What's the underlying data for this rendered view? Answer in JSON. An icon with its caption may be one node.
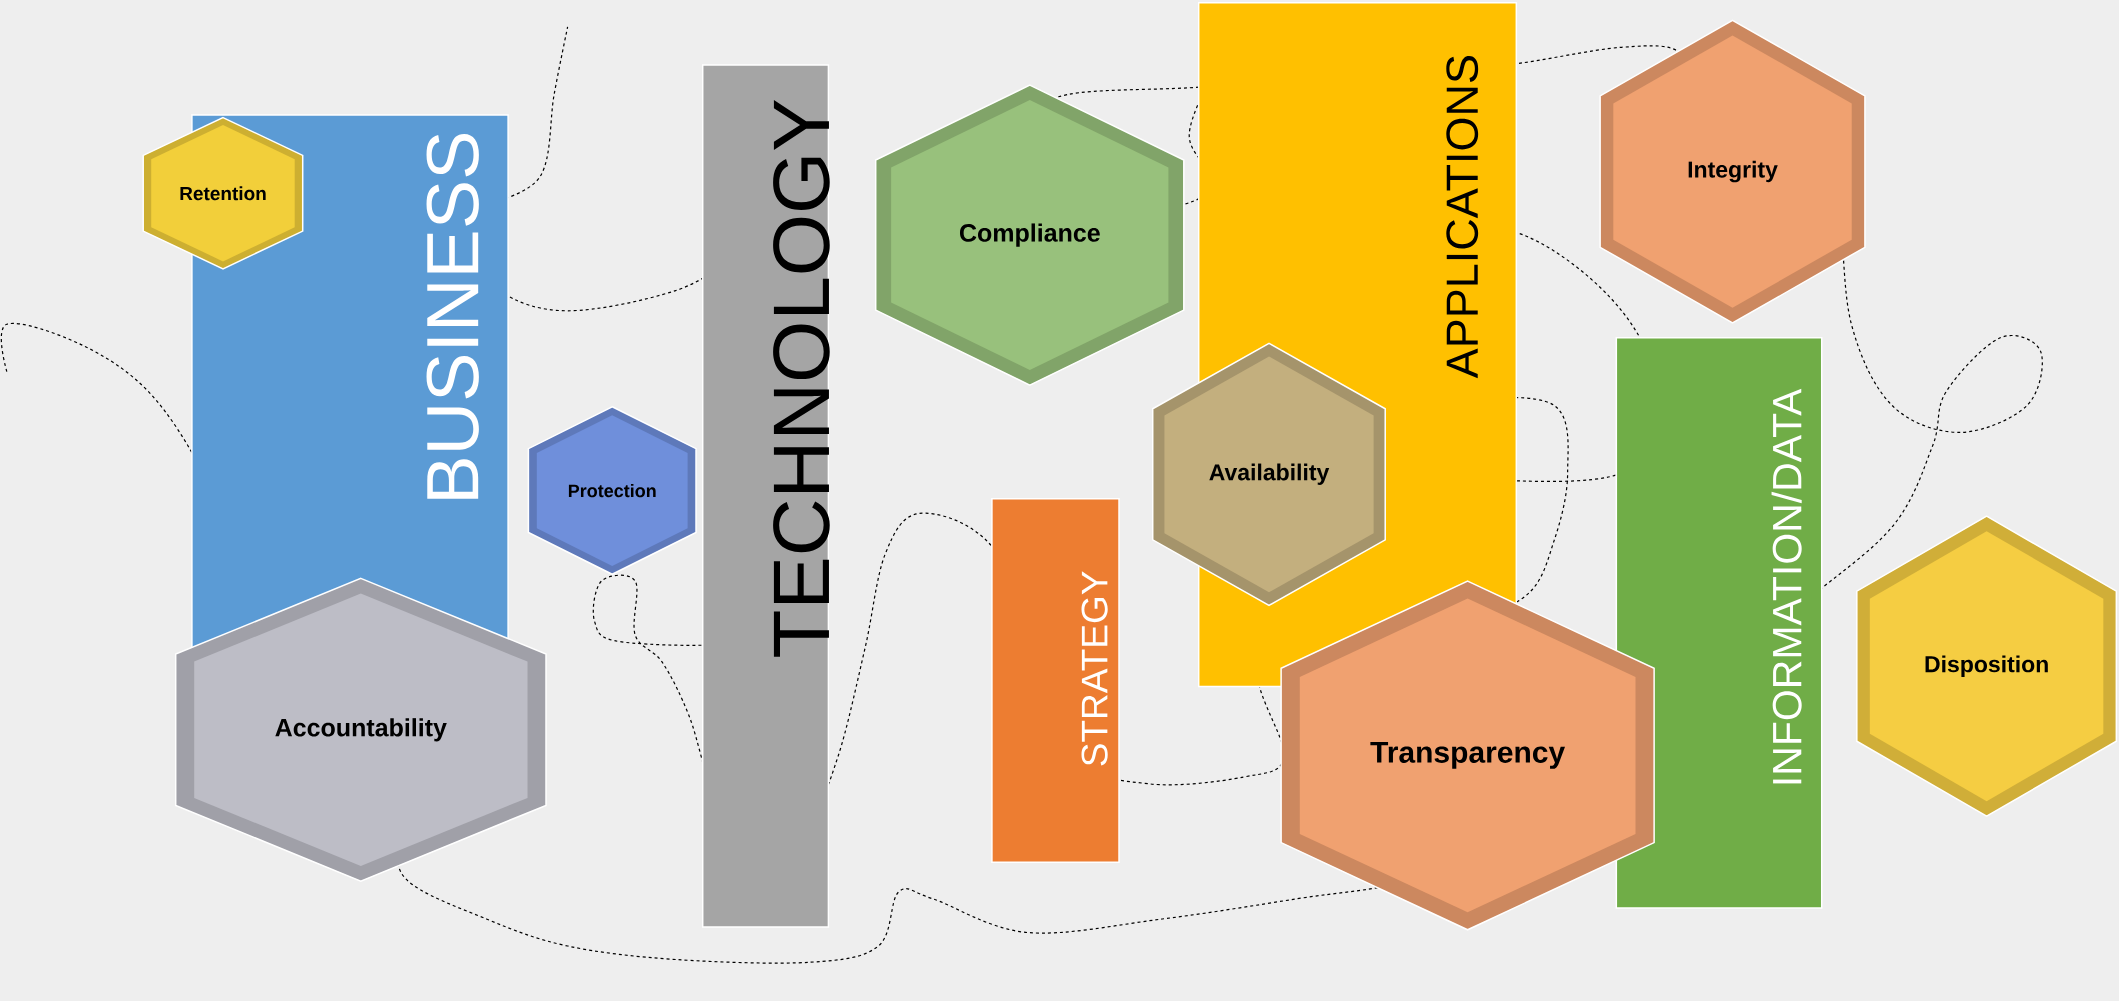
{
  "diagram": {
    "nodes": [
      {
        "text": [
          "Retention"
        ]
      },
      {
        "text": [
          "BUSINESS"
        ]
      },
      {
        "text": [
          "Accountability"
        ]
      },
      {
        "text": [
          "Protection"
        ]
      },
      {
        "text": [
          "TECHNOLOGY"
        ]
      },
      {
        "text": [
          "Compliance"
        ]
      },
      {
        "text": [
          "STRATEGY"
        ]
      },
      {
        "text": [
          "APPLICATIONS"
        ]
      },
      {
        "text": [
          "Availability"
        ]
      },
      {
        "text": [
          "Transparency"
        ]
      },
      {
        "text": [
          "Integrity"
        ]
      },
      {
        "text": [
          "INFORMATION/DATA"
        ]
      },
      {
        "text": [
          "Disposition"
        ]
      }
    ]
  }
}
